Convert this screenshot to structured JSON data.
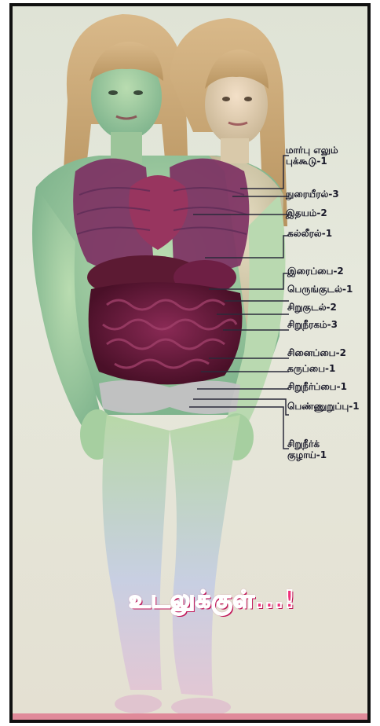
{
  "headline": "உடலுக்குள்...!",
  "labels": [
    {
      "id": "ribcage",
      "line1": "மார்பு எலும்",
      "line2": "புக்கூடு-1"
    },
    {
      "id": "lungs",
      "line1": "நுரையீரல்-3"
    },
    {
      "id": "heart",
      "line1": "இதயம்-2"
    },
    {
      "id": "liver",
      "line1": "கல்லீரல்-1"
    },
    {
      "id": "stomach",
      "line1": "இரைப்பை-2"
    },
    {
      "id": "large-intestine",
      "line1": "பெருங்குடல்-1"
    },
    {
      "id": "small-intestine",
      "line1": "சிறுகுடல்-2"
    },
    {
      "id": "kidneys",
      "line1": "சிறுநீரகம்-3"
    },
    {
      "id": "pancreas",
      "line1": "சினைப்பை-2"
    },
    {
      "id": "uterus",
      "line1": "கருப்பை-1"
    },
    {
      "id": "bladder",
      "line1": "சிறுநீர்ப்பை-1"
    },
    {
      "id": "female-organ",
      "line1": "பெண்ணுறுப்பு-1"
    },
    {
      "id": "urethra",
      "line1": "சிறுநீர்க்",
      "line2": "குழாய்-1"
    }
  ]
}
